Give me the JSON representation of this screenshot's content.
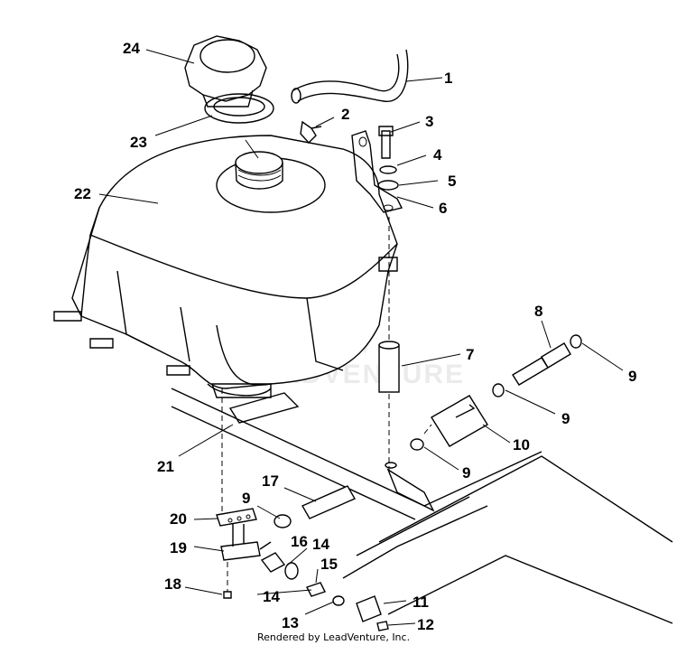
{
  "labels": {
    "p1": "1",
    "p2": "2",
    "p3": "3",
    "p4": "4",
    "p5": "5",
    "p6": "6",
    "p7": "7",
    "p8": "8",
    "p9a": "9",
    "p9b": "9",
    "p9c": "9",
    "p9d": "9",
    "p10": "10",
    "p11": "11",
    "p12": "12",
    "p13": "13",
    "p14a": "14",
    "p14b": "14",
    "p15": "15",
    "p16": "16",
    "p17": "17",
    "p18": "18",
    "p19": "19",
    "p20": "20",
    "p21": "21",
    "p22": "22",
    "p23": "23",
    "p24": "24"
  },
  "watermark": "LEADVENTURE",
  "footer": "Rendered by LeadVenture, Inc."
}
